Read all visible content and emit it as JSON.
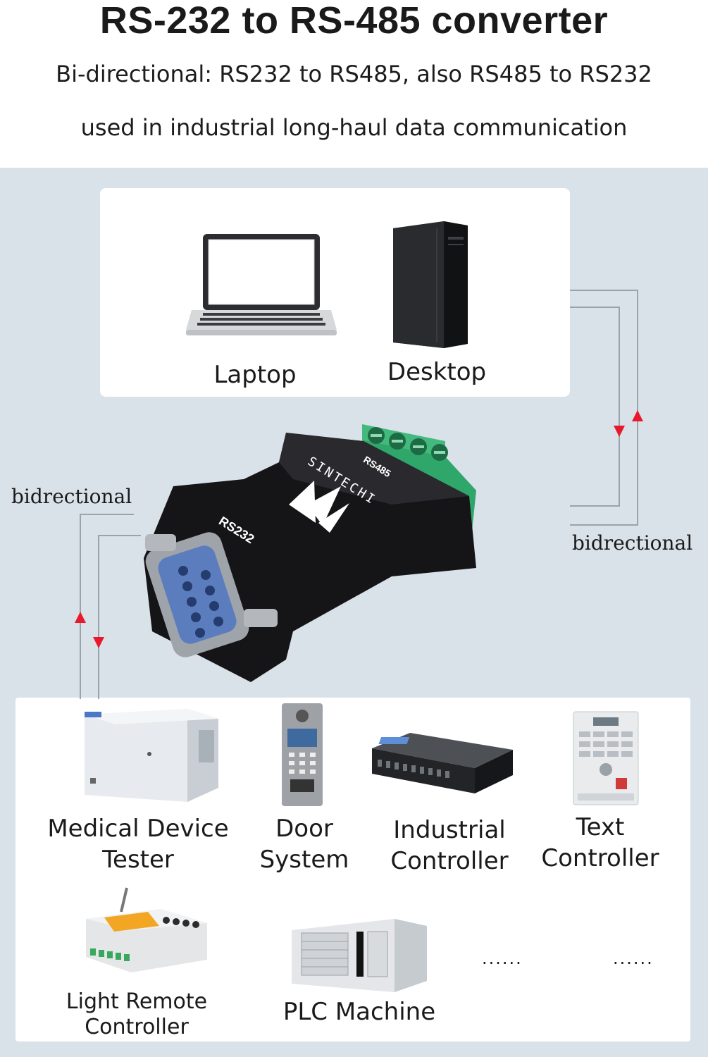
{
  "header": {
    "title": "RS-232 to RS-485 converter",
    "subtitle_line1": "Bi-directional: RS232 to RS485, also RS485 to RS232",
    "subtitle_line2": "used in industrial long-haul data communication"
  },
  "computers": [
    {
      "label": "Laptop",
      "icon": "laptop-icon"
    },
    {
      "label": "Desktop",
      "icon": "desktop-tower-icon"
    }
  ],
  "converter": {
    "brand": "SINTECHI",
    "port_rs232": "RS232",
    "port_rs485": "RS485"
  },
  "links": {
    "left_label": "bidrectional",
    "right_label": "bidrectional",
    "arrow_color": "#e8192c"
  },
  "devices_row1": [
    {
      "line1": "Medical Device",
      "line2": "Tester",
      "icon": "medical-tester-icon"
    },
    {
      "line1": "Door",
      "line2": "System",
      "icon": "door-intercom-icon"
    },
    {
      "line1": "Industrial",
      "line2": "Controller",
      "icon": "industrial-controller-icon"
    },
    {
      "line1": "Text",
      "line2": "Controller",
      "icon": "text-controller-icon"
    }
  ],
  "devices_row2": [
    {
      "line1": "Light Remote",
      "line2": "Controller",
      "icon": "light-remote-icon"
    },
    {
      "line1": "PLC Machine",
      "icon": "plc-machine-icon"
    }
  ],
  "ellipsis": [
    "......",
    "......"
  ]
}
